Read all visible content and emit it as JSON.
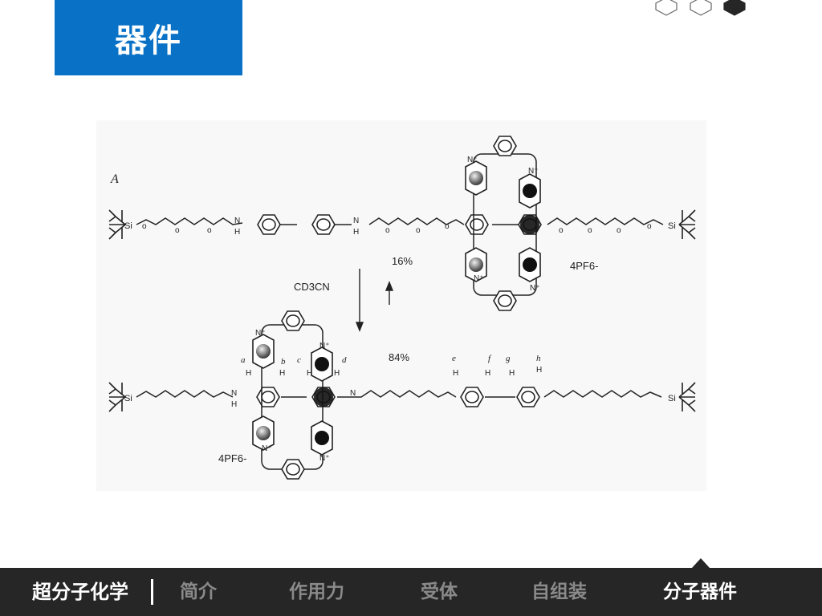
{
  "header": {
    "title": "器件"
  },
  "nav": {
    "brand": "超分子化学",
    "items": [
      {
        "label": "简介"
      },
      {
        "label": "作用力"
      },
      {
        "label": "受体"
      },
      {
        "label": "自组装"
      },
      {
        "label": "分子器件"
      }
    ],
    "active_index": 4
  },
  "figure": {
    "panel_label": "A",
    "upper_percent": "16%",
    "lower_percent": "84%",
    "solvent": "CD3CN",
    "counterion": "4PF6-",
    "proton_labels": [
      "a",
      "b",
      "c",
      "d",
      "e",
      "f",
      "g",
      "h"
    ]
  },
  "colors": {
    "title_bg": "#0a72c6",
    "nav_bg": "#262626",
    "nav_text": "#8a8a8a",
    "nav_active": "#ffffff"
  }
}
